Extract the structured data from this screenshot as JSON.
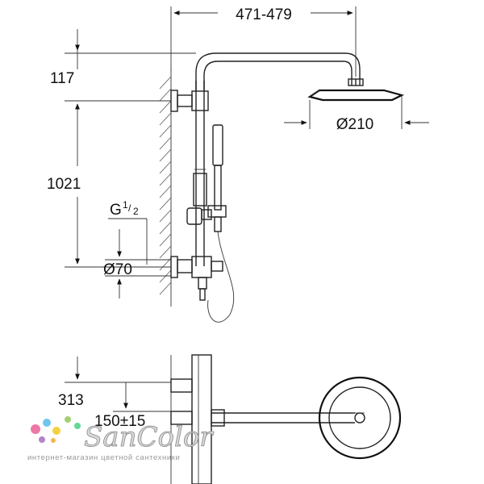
{
  "dimensions": {
    "projection": "471-479",
    "top_height": "117",
    "total_height": "1021",
    "thread_main": "G",
    "thread_fraction_num": "1",
    "thread_fraction_den": "2",
    "flange_diameter": "Ø70",
    "head_diameter": "Ø210",
    "wall_depth": "313",
    "centers": "150±15"
  },
  "watermark": {
    "logo": "SanColor",
    "tagline": "интернет-магазин цветной сантехники",
    "dot_colors": [
      "#e84a8a",
      "#3cb3e8",
      "#f2c200",
      "#7fc241",
      "#9b59b6",
      "#f39c12",
      "#2ecc71"
    ]
  }
}
